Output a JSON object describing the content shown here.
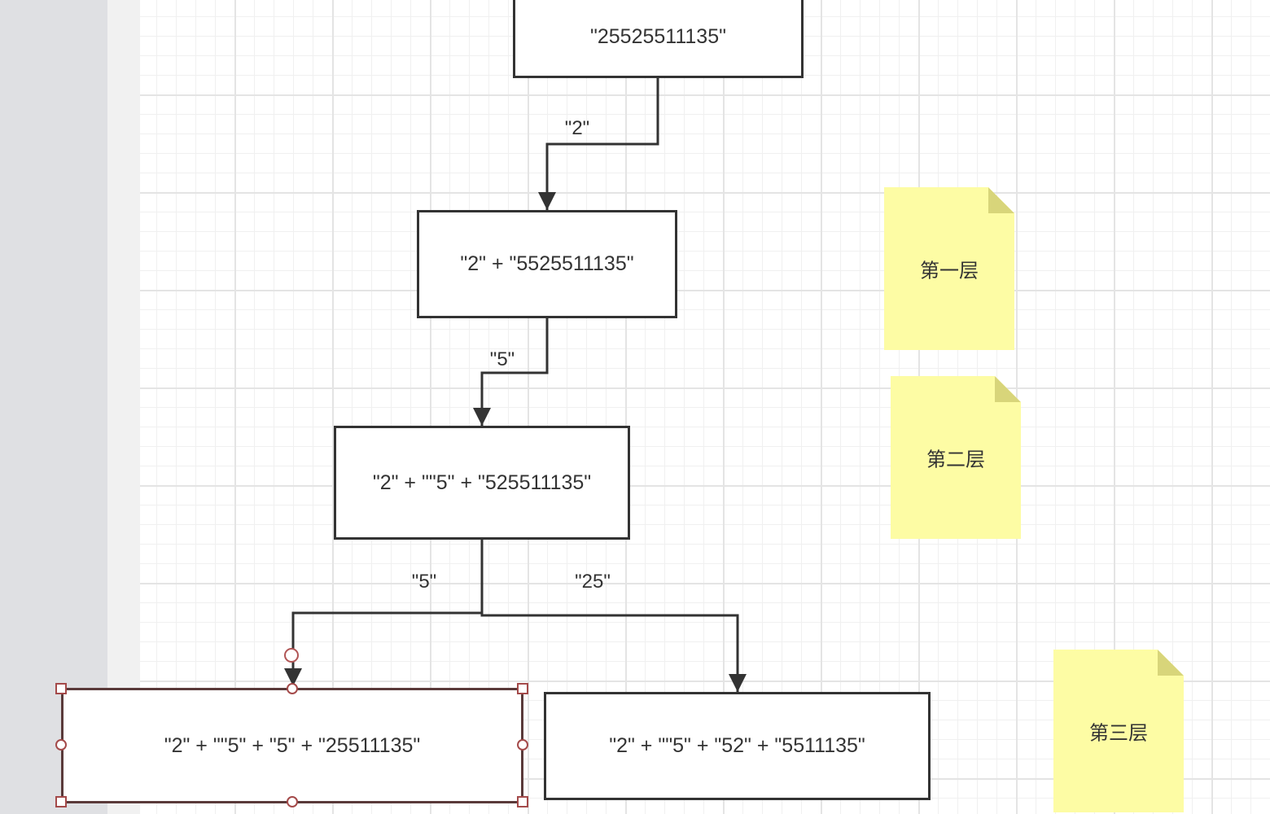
{
  "diagram": {
    "nodes": {
      "root": "\"25525511135\"",
      "level1": "\"2\" + \"5525511135\"",
      "level2": "\"2\" + \"\"5\" + \"525511135\"",
      "level3_left": "\"2\" + \"\"5\" + \"5\" + \"25511135\"",
      "level3_right": "\"2\" + \"\"5\" + \"52\" + \"5511135\""
    },
    "edges": {
      "root_to_level1": "\"2\"",
      "level1_to_level2": "\"5\"",
      "level2_to_level3_left": "\"5\"",
      "level2_to_level3_right": "\"25\""
    },
    "notes": {
      "layer1": "第一层",
      "layer2": "第二层",
      "layer3": "第三层"
    }
  },
  "colors": {
    "stroke": "#333333",
    "note_fill": "#fdfca4",
    "note_fold": "#d8d57a",
    "selection": "#a44a4a"
  }
}
